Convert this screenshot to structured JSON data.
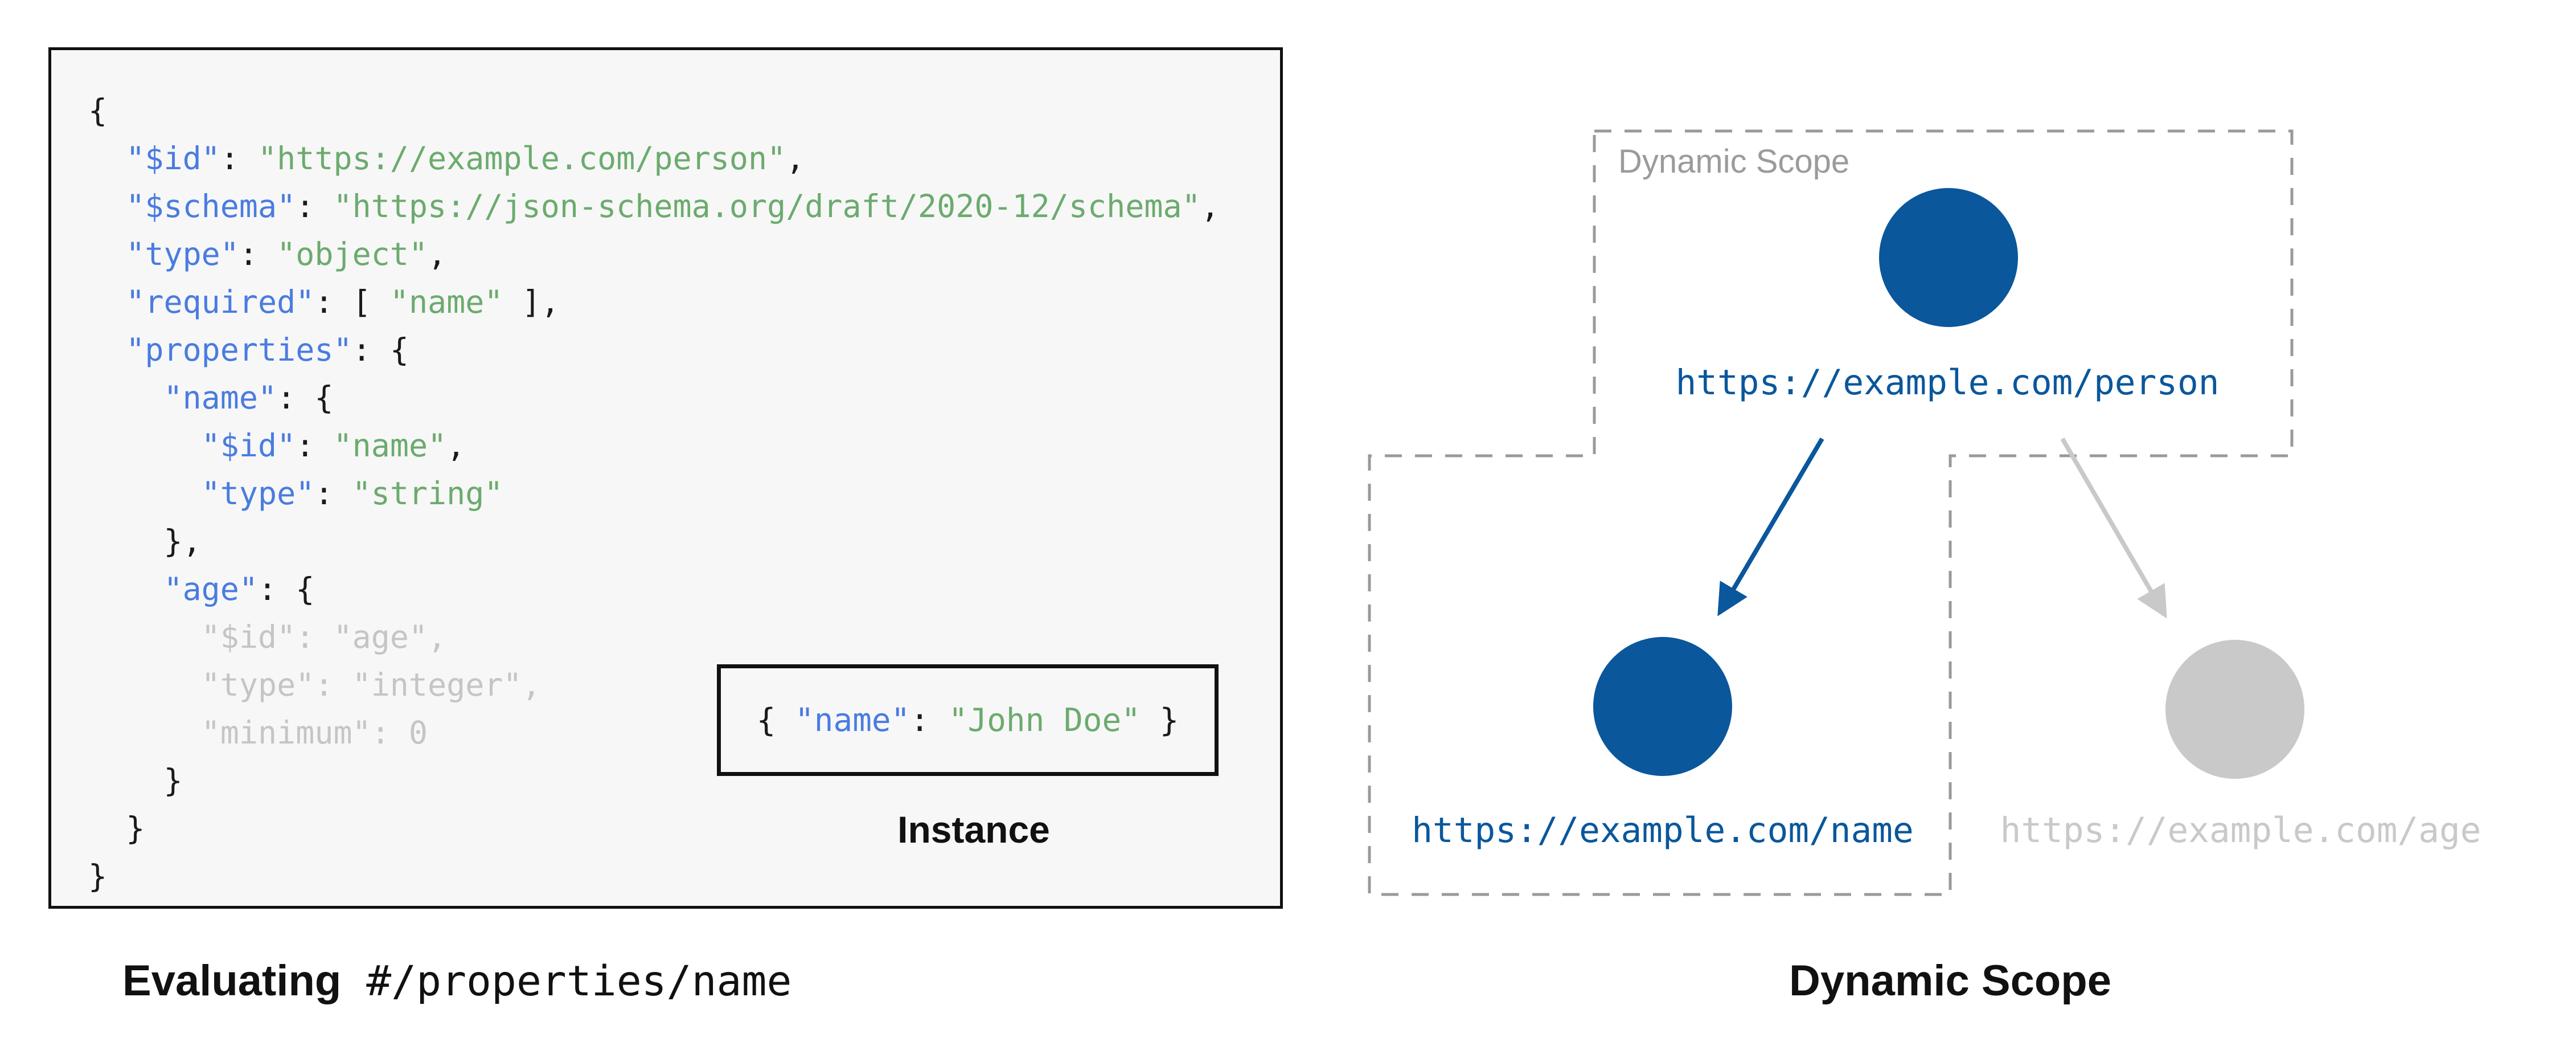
{
  "colors": {
    "code_key_blue": "#4a7ce0",
    "code_string_green": "#6cab6e",
    "code_punct_black": "#1a1a1a",
    "code_inactive_gray": "#c5c5c5",
    "panel_bg": "#f7f7f7",
    "border_black": "#111111",
    "node_blue": "#0a579c",
    "node_gray": "#c9c9c9",
    "scope_dash_gray": "#9a9a9a",
    "scope_label_gray": "#9b9b9b",
    "caption_black": "#111111"
  },
  "schema_panel": {
    "caption": {
      "bold": "Evaluating",
      "mono": " #/properties/name"
    },
    "code": {
      "lines": [
        [
          {
            "t": "{",
            "c": "punc"
          }
        ],
        [
          {
            "t": "  ",
            "c": "punc"
          },
          {
            "t": "\"$id\"",
            "c": "key"
          },
          {
            "t": ": ",
            "c": "punc"
          },
          {
            "t": "\"https://example.com/person\"",
            "c": "str"
          },
          {
            "t": ",",
            "c": "punc"
          }
        ],
        [
          {
            "t": "  ",
            "c": "punc"
          },
          {
            "t": "\"$schema\"",
            "c": "key"
          },
          {
            "t": ": ",
            "c": "punc"
          },
          {
            "t": "\"https://json-schema.org/draft/2020-12/schema\"",
            "c": "str"
          },
          {
            "t": ",",
            "c": "punc"
          }
        ],
        [
          {
            "t": "  ",
            "c": "punc"
          },
          {
            "t": "\"type\"",
            "c": "key"
          },
          {
            "t": ": ",
            "c": "punc"
          },
          {
            "t": "\"object\"",
            "c": "str"
          },
          {
            "t": ",",
            "c": "punc"
          }
        ],
        [
          {
            "t": "  ",
            "c": "punc"
          },
          {
            "t": "\"required\"",
            "c": "key"
          },
          {
            "t": ": [ ",
            "c": "punc"
          },
          {
            "t": "\"name\"",
            "c": "str"
          },
          {
            "t": " ],",
            "c": "punc"
          }
        ],
        [
          {
            "t": "  ",
            "c": "punc"
          },
          {
            "t": "\"properties\"",
            "c": "key"
          },
          {
            "t": ": {",
            "c": "punc"
          }
        ],
        [
          {
            "t": "    ",
            "c": "punc"
          },
          {
            "t": "\"name\"",
            "c": "key"
          },
          {
            "t": ": {",
            "c": "punc"
          }
        ],
        [
          {
            "t": "      ",
            "c": "punc"
          },
          {
            "t": "\"$id\"",
            "c": "key"
          },
          {
            "t": ": ",
            "c": "punc"
          },
          {
            "t": "\"name\"",
            "c": "str"
          },
          {
            "t": ",",
            "c": "punc"
          }
        ],
        [
          {
            "t": "      ",
            "c": "punc"
          },
          {
            "t": "\"type\"",
            "c": "key"
          },
          {
            "t": ": ",
            "c": "punc"
          },
          {
            "t": "\"string\"",
            "c": "str"
          }
        ],
        [
          {
            "t": "    },",
            "c": "punc"
          }
        ],
        [
          {
            "t": "    ",
            "c": "punc"
          },
          {
            "t": "\"age\"",
            "c": "key"
          },
          {
            "t": ": {",
            "c": "punc"
          }
        ],
        [
          {
            "t": "      \"$id\": \"age\",",
            "c": "dim"
          }
        ],
        [
          {
            "t": "      \"type\": \"integer\",",
            "c": "dim"
          }
        ],
        [
          {
            "t": "      \"minimum\": 0",
            "c": "dim"
          }
        ],
        [
          {
            "t": "    }",
            "c": "punc"
          }
        ],
        [
          {
            "t": "  }",
            "c": "punc"
          }
        ],
        [
          {
            "t": "}",
            "c": "punc"
          }
        ]
      ]
    },
    "instance": {
      "tokens": [
        {
          "t": "{ ",
          "c": "punc"
        },
        {
          "t": "\"name\"",
          "c": "key"
        },
        {
          "t": ": ",
          "c": "punc"
        },
        {
          "t": "\"John Doe\"",
          "c": "str"
        },
        {
          "t": " }",
          "c": "punc"
        }
      ],
      "label": "Instance"
    }
  },
  "scope_panel": {
    "scope_label": "Dynamic Scope",
    "caption": "Dynamic Scope",
    "nodes": [
      {
        "id": "person",
        "label": "https://example.com/person",
        "state": "active"
      },
      {
        "id": "name",
        "label": "https://example.com/name",
        "state": "active"
      },
      {
        "id": "age",
        "label": "https://example.com/age",
        "state": "inactive"
      }
    ]
  }
}
